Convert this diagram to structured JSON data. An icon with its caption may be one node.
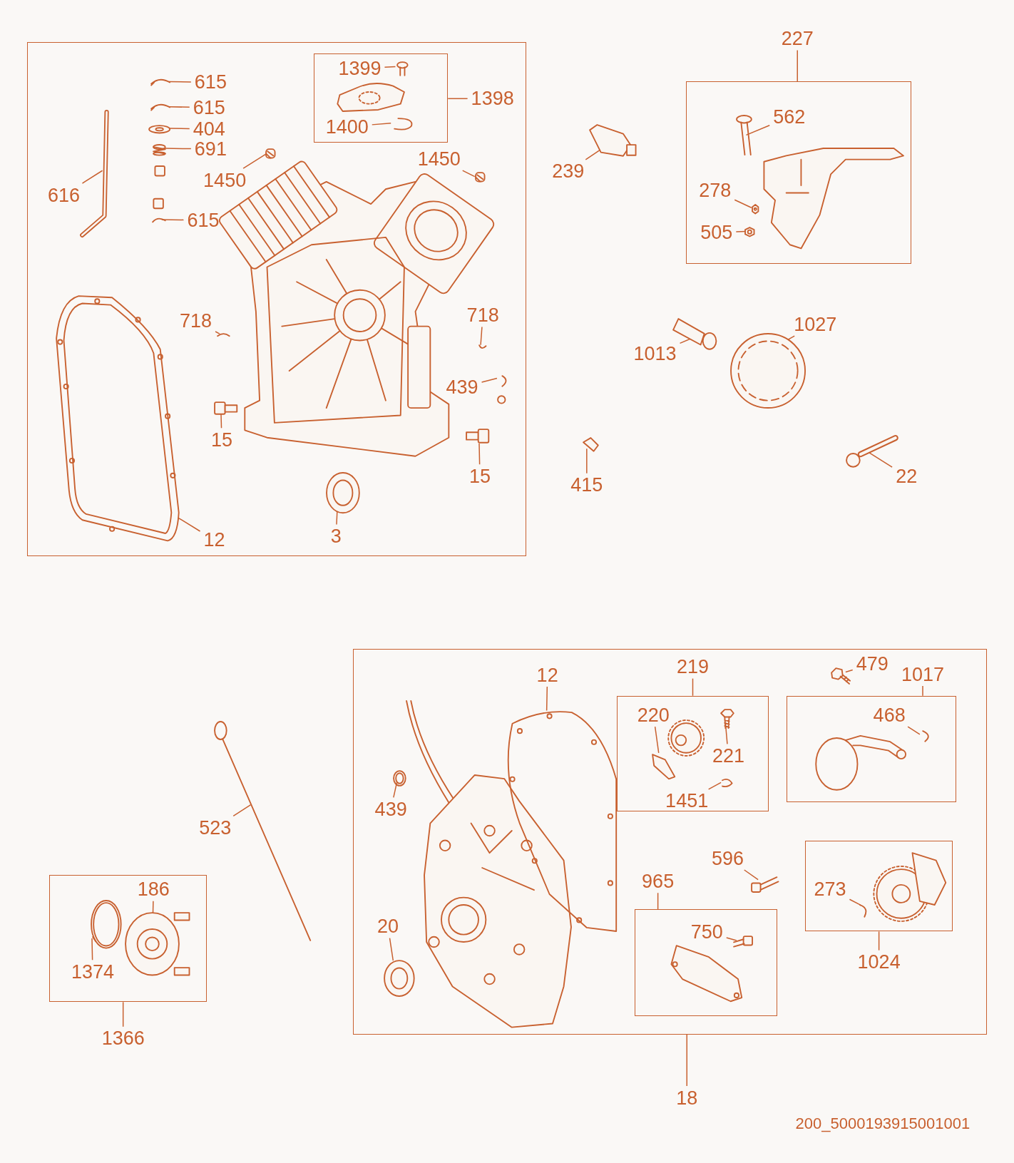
{
  "diagram": {
    "nodes": [
      {
        "text": [],
        "shape": "box"
      },
      {
        "text": [
          "615"
        ],
        "in": 0
      },
      {
        "text": [
          "615"
        ],
        "in": 0
      },
      {
        "text": [
          "404"
        ],
        "in": 0
      },
      {
        "text": [
          "691"
        ],
        "in": 0
      },
      {
        "text": [],
        "shape": "box",
        "in": 0
      },
      {
        "text": [
          "1399"
        ],
        "in": 5
      },
      {
        "text": [
          "1400"
        ],
        "in": 5
      },
      {
        "text": [
          "1398"
        ],
        "in": 0
      },
      {
        "text": [
          "616"
        ],
        "in": 0
      },
      {
        "text": [
          "1450"
        ],
        "in": 0
      },
      {
        "text": [
          "1450"
        ],
        "in": 0
      },
      {
        "text": [
          "615"
        ],
        "in": 0
      },
      {
        "text": [
          "718"
        ],
        "in": 0
      },
      {
        "text": [
          "718"
        ],
        "in": 0
      },
      {
        "text": [
          "439"
        ],
        "in": 0
      },
      {
        "text": [
          "15"
        ],
        "in": 0
      },
      {
        "text": [
          "15"
        ],
        "in": 0
      },
      {
        "text": [
          "12"
        ],
        "in": 0
      },
      {
        "text": [
          "3"
        ],
        "in": 0
      },
      {
        "text": [
          "239"
        ]
      },
      {
        "text": [
          "227"
        ]
      },
      {
        "text": [],
        "shape": "box"
      },
      {
        "text": [
          "562"
        ],
        "in": 22
      },
      {
        "text": [
          "278"
        ],
        "in": 22
      },
      {
        "text": [
          "505"
        ],
        "in": 22
      },
      {
        "text": [
          "1027"
        ]
      },
      {
        "text": [
          "1013"
        ]
      },
      {
        "text": [
          "415"
        ]
      },
      {
        "text": [
          "22"
        ]
      },
      {
        "text": [],
        "shape": "box"
      },
      {
        "text": [
          "219"
        ],
        "in": 30
      },
      {
        "text": [
          "479"
        ],
        "in": 30
      },
      {
        "text": [
          "1017"
        ],
        "in": 30
      },
      {
        "text": [
          "12"
        ],
        "in": 30
      },
      {
        "text": [],
        "shape": "box",
        "in": 30
      },
      {
        "text": [
          "220"
        ],
        "in": 35
      },
      {
        "text": [
          "221"
        ],
        "in": 35
      },
      {
        "text": [
          "1451"
        ],
        "in": 35
      },
      {
        "text": [],
        "shape": "box",
        "in": 30
      },
      {
        "text": [
          "468"
        ],
        "in": 39
      },
      {
        "text": [
          "439"
        ],
        "in": 30
      },
      {
        "text": [
          "596"
        ],
        "in": 30
      },
      {
        "text": [
          "965"
        ],
        "in": 30
      },
      {
        "text": [],
        "shape": "box",
        "in": 30
      },
      {
        "text": [
          "273"
        ],
        "in": 44
      },
      {
        "text": [],
        "shape": "box",
        "in": 30
      },
      {
        "text": [
          "750"
        ],
        "in": 46
      },
      {
        "text": [
          "20"
        ],
        "in": 30
      },
      {
        "text": [
          "1024"
        ],
        "in": 30
      },
      {
        "text": [
          "523"
        ]
      },
      {
        "text": [],
        "shape": "box"
      },
      {
        "text": [
          "186"
        ],
        "in": 51
      },
      {
        "text": [
          "1374"
        ],
        "in": 51
      },
      {
        "text": [
          "1366"
        ]
      },
      {
        "text": [
          "18"
        ]
      },
      {
        "text": [],
        "shape": "picture",
        "in": 0
      },
      {
        "text": [],
        "shape": "picture",
        "in": 0
      },
      {
        "text": [],
        "shape": "picture",
        "in": 0
      },
      {
        "text": [],
        "shape": "picture",
        "in": 0
      },
      {
        "text": [],
        "shape": "picture",
        "in": 5
      },
      {
        "text": [],
        "shape": "picture",
        "in": 5
      },
      {
        "text": [],
        "shape": "picture",
        "in": 0
      },
      {
        "text": [],
        "shape": "picture",
        "in": 0
      },
      {
        "text": [],
        "shape": "picture",
        "in": 0
      },
      {
        "text": [],
        "shape": "picture",
        "in": 0
      },
      {
        "text": [],
        "shape": "picture",
        "in": 0
      },
      {
        "text": [],
        "shape": "picture",
        "in": 0
      },
      {
        "text": [],
        "shape": "picture",
        "in": 0
      },
      {
        "text": [],
        "shape": "picture",
        "in": 0
      },
      {
        "text": [],
        "shape": "picture",
        "in": 0
      },
      {
        "text": [],
        "shape": "picture",
        "in": 0
      },
      {
        "text": [],
        "shape": "picture",
        "in": 0
      },
      {
        "text": [],
        "shape": "picture"
      },
      {
        "text": [],
        "shape": "picture",
        "in": 22
      },
      {
        "text": [],
        "shape": "picture",
        "in": 22
      },
      {
        "text": [],
        "shape": "picture",
        "in": 22
      },
      {
        "text": [],
        "shape": "picture"
      },
      {
        "text": [],
        "shape": "picture"
      },
      {
        "text": [],
        "shape": "picture"
      },
      {
        "text": [],
        "shape": "picture"
      },
      {
        "text": [],
        "shape": "picture"
      },
      {
        "text": [],
        "shape": "picture",
        "in": 51
      },
      {
        "text": [],
        "shape": "picture",
        "in": 51
      },
      {
        "text": [],
        "shape": "picture",
        "in": 30
      },
      {
        "text": [],
        "shape": "picture",
        "in": 30
      },
      {
        "text": [],
        "shape": "picture",
        "in": 35
      },
      {
        "text": [],
        "shape": "picture",
        "in": 35
      },
      {
        "text": [],
        "shape": "picture",
        "in": 35
      },
      {
        "text": [],
        "shape": "picture",
        "in": 39
      },
      {
        "text": [],
        "shape": "picture",
        "in": 30
      },
      {
        "text": [],
        "shape": "picture",
        "in": 30
      },
      {
        "text": [],
        "shape": "picture",
        "in": 46
      },
      {
        "text": [],
        "shape": "picture",
        "in": 44
      },
      {
        "text": [],
        "shape": "picture",
        "in": 30
      }
    ],
    "edges": [
      {
        "from": 1,
        "to": 56,
        "arrow": "none"
      },
      {
        "from": 2,
        "to": 57,
        "arrow": "none"
      },
      {
        "from": 3,
        "to": 58,
        "arrow": "none"
      },
      {
        "from": 4,
        "to": 59,
        "arrow": "none"
      },
      {
        "from": 6,
        "to": 60,
        "arrow": "none"
      },
      {
        "from": 7,
        "to": 61,
        "arrow": "none"
      },
      {
        "from": 8,
        "to": 5,
        "arrow": "none"
      },
      {
        "from": 9,
        "to": 62,
        "arrow": "none"
      },
      {
        "from": 10,
        "to": 63,
        "arrow": "none"
      },
      {
        "from": 11,
        "to": 64,
        "arrow": "none"
      },
      {
        "from": 12,
        "to": 65,
        "arrow": "none"
      },
      {
        "from": 13,
        "to": 67,
        "arrow": "none"
      },
      {
        "from": 14,
        "to": 68,
        "arrow": "none"
      },
      {
        "from": 15,
        "to": 69,
        "arrow": "none"
      },
      {
        "from": 16,
        "to": 70,
        "arrow": "none"
      },
      {
        "from": 17,
        "to": 71,
        "arrow": "none"
      },
      {
        "from": 18,
        "to": 66,
        "arrow": "none"
      },
      {
        "from": 19,
        "to": 72,
        "arrow": "none"
      },
      {
        "from": 20,
        "to": 73,
        "arrow": "none"
      },
      {
        "from": 21,
        "to": 22,
        "arrow": "none"
      },
      {
        "from": 23,
        "to": 74,
        "arrow": "none"
      },
      {
        "from": 24,
        "to": 75,
        "arrow": "none"
      },
      {
        "from": 25,
        "to": 76,
        "arrow": "none"
      },
      {
        "from": 26,
        "to": 78,
        "arrow": "none"
      },
      {
        "from": 27,
        "to": 77,
        "arrow": "none"
      },
      {
        "from": 28,
        "to": 79,
        "arrow": "none"
      },
      {
        "from": 29,
        "to": 80,
        "arrow": "none"
      },
      {
        "from": 31,
        "to": 35,
        "arrow": "none"
      },
      {
        "from": 32,
        "to": 84,
        "arrow": "none"
      },
      {
        "from": 33,
        "to": 39,
        "arrow": "none"
      },
      {
        "from": 34,
        "to": 85,
        "arrow": "none"
      },
      {
        "from": 36,
        "to": 86,
        "arrow": "none"
      },
      {
        "from": 37,
        "to": 87,
        "arrow": "none"
      },
      {
        "from": 38,
        "to": 88,
        "arrow": "none"
      },
      {
        "from": 40,
        "to": 89,
        "arrow": "none"
      },
      {
        "from": 41,
        "to": 90,
        "arrow": "none"
      },
      {
        "from": 42,
        "to": 91,
        "arrow": "none"
      },
      {
        "from": 43,
        "to": 46,
        "arrow": "none"
      },
      {
        "from": 45,
        "to": 93,
        "arrow": "none"
      },
      {
        "from": 47,
        "to": 92,
        "arrow": "none"
      },
      {
        "from": 48,
        "to": 94,
        "arrow": "none"
      },
      {
        "from": 49,
        "to": 44,
        "arrow": "none"
      },
      {
        "from": 50,
        "to": 81,
        "arrow": "none"
      },
      {
        "from": 52,
        "to": 83,
        "arrow": "none"
      },
      {
        "from": 53,
        "to": 82,
        "arrow": "none"
      },
      {
        "from": 54,
        "to": 51,
        "arrow": "none"
      },
      {
        "from": 55,
        "to": 30,
        "arrow": "none"
      }
    ],
    "labels": [
      "200_5000193915001001"
    ]
  }
}
